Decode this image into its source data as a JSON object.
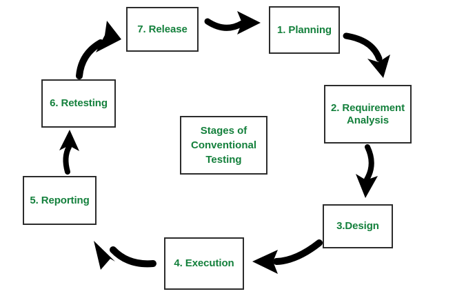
{
  "diagram": {
    "title": "Stages of\nConventional\nTesting",
    "center_label": "Stages of\nConventional\nTesting",
    "accent_color": "#14803c",
    "border_color": "#2b2b2b",
    "arrow_color": "#000000",
    "background_color": "#ffffff",
    "nodes": [
      {
        "id": "planning",
        "label": "1. Planning"
      },
      {
        "id": "requirement",
        "label": "2. Requirement\nAnalysis"
      },
      {
        "id": "design",
        "label": "3.Design"
      },
      {
        "id": "execution",
        "label": "4. Execution"
      },
      {
        "id": "reporting",
        "label": "5. Reporting"
      },
      {
        "id": "retesting",
        "label": "6. Retesting"
      },
      {
        "id": "release",
        "label": "7. Release"
      }
    ],
    "arrows": [
      {
        "id": "release-to-planning",
        "from": "7. Release",
        "to": "1. Planning",
        "icon": "curved-arrow-right"
      },
      {
        "id": "planning-to-requirement",
        "from": "1. Planning",
        "to": "2. Requirement Analysis",
        "icon": "curved-arrow-down-right"
      },
      {
        "id": "requirement-to-design",
        "from": "2. Requirement Analysis",
        "to": "3.Design",
        "icon": "curved-arrow-down"
      },
      {
        "id": "design-to-execution",
        "from": "3.Design",
        "to": "4. Execution",
        "icon": "curved-arrow-left"
      },
      {
        "id": "execution-to-reporting",
        "from": "4. Execution",
        "to": "5. Reporting",
        "icon": "curved-arrow-up-left"
      },
      {
        "id": "reporting-to-retesting",
        "from": "5. Reporting",
        "to": "6. Retesting",
        "icon": "curved-arrow-up"
      },
      {
        "id": "retesting-to-release",
        "from": "6. Retesting",
        "to": "7. Release",
        "icon": "curved-arrow-up-right"
      }
    ]
  }
}
